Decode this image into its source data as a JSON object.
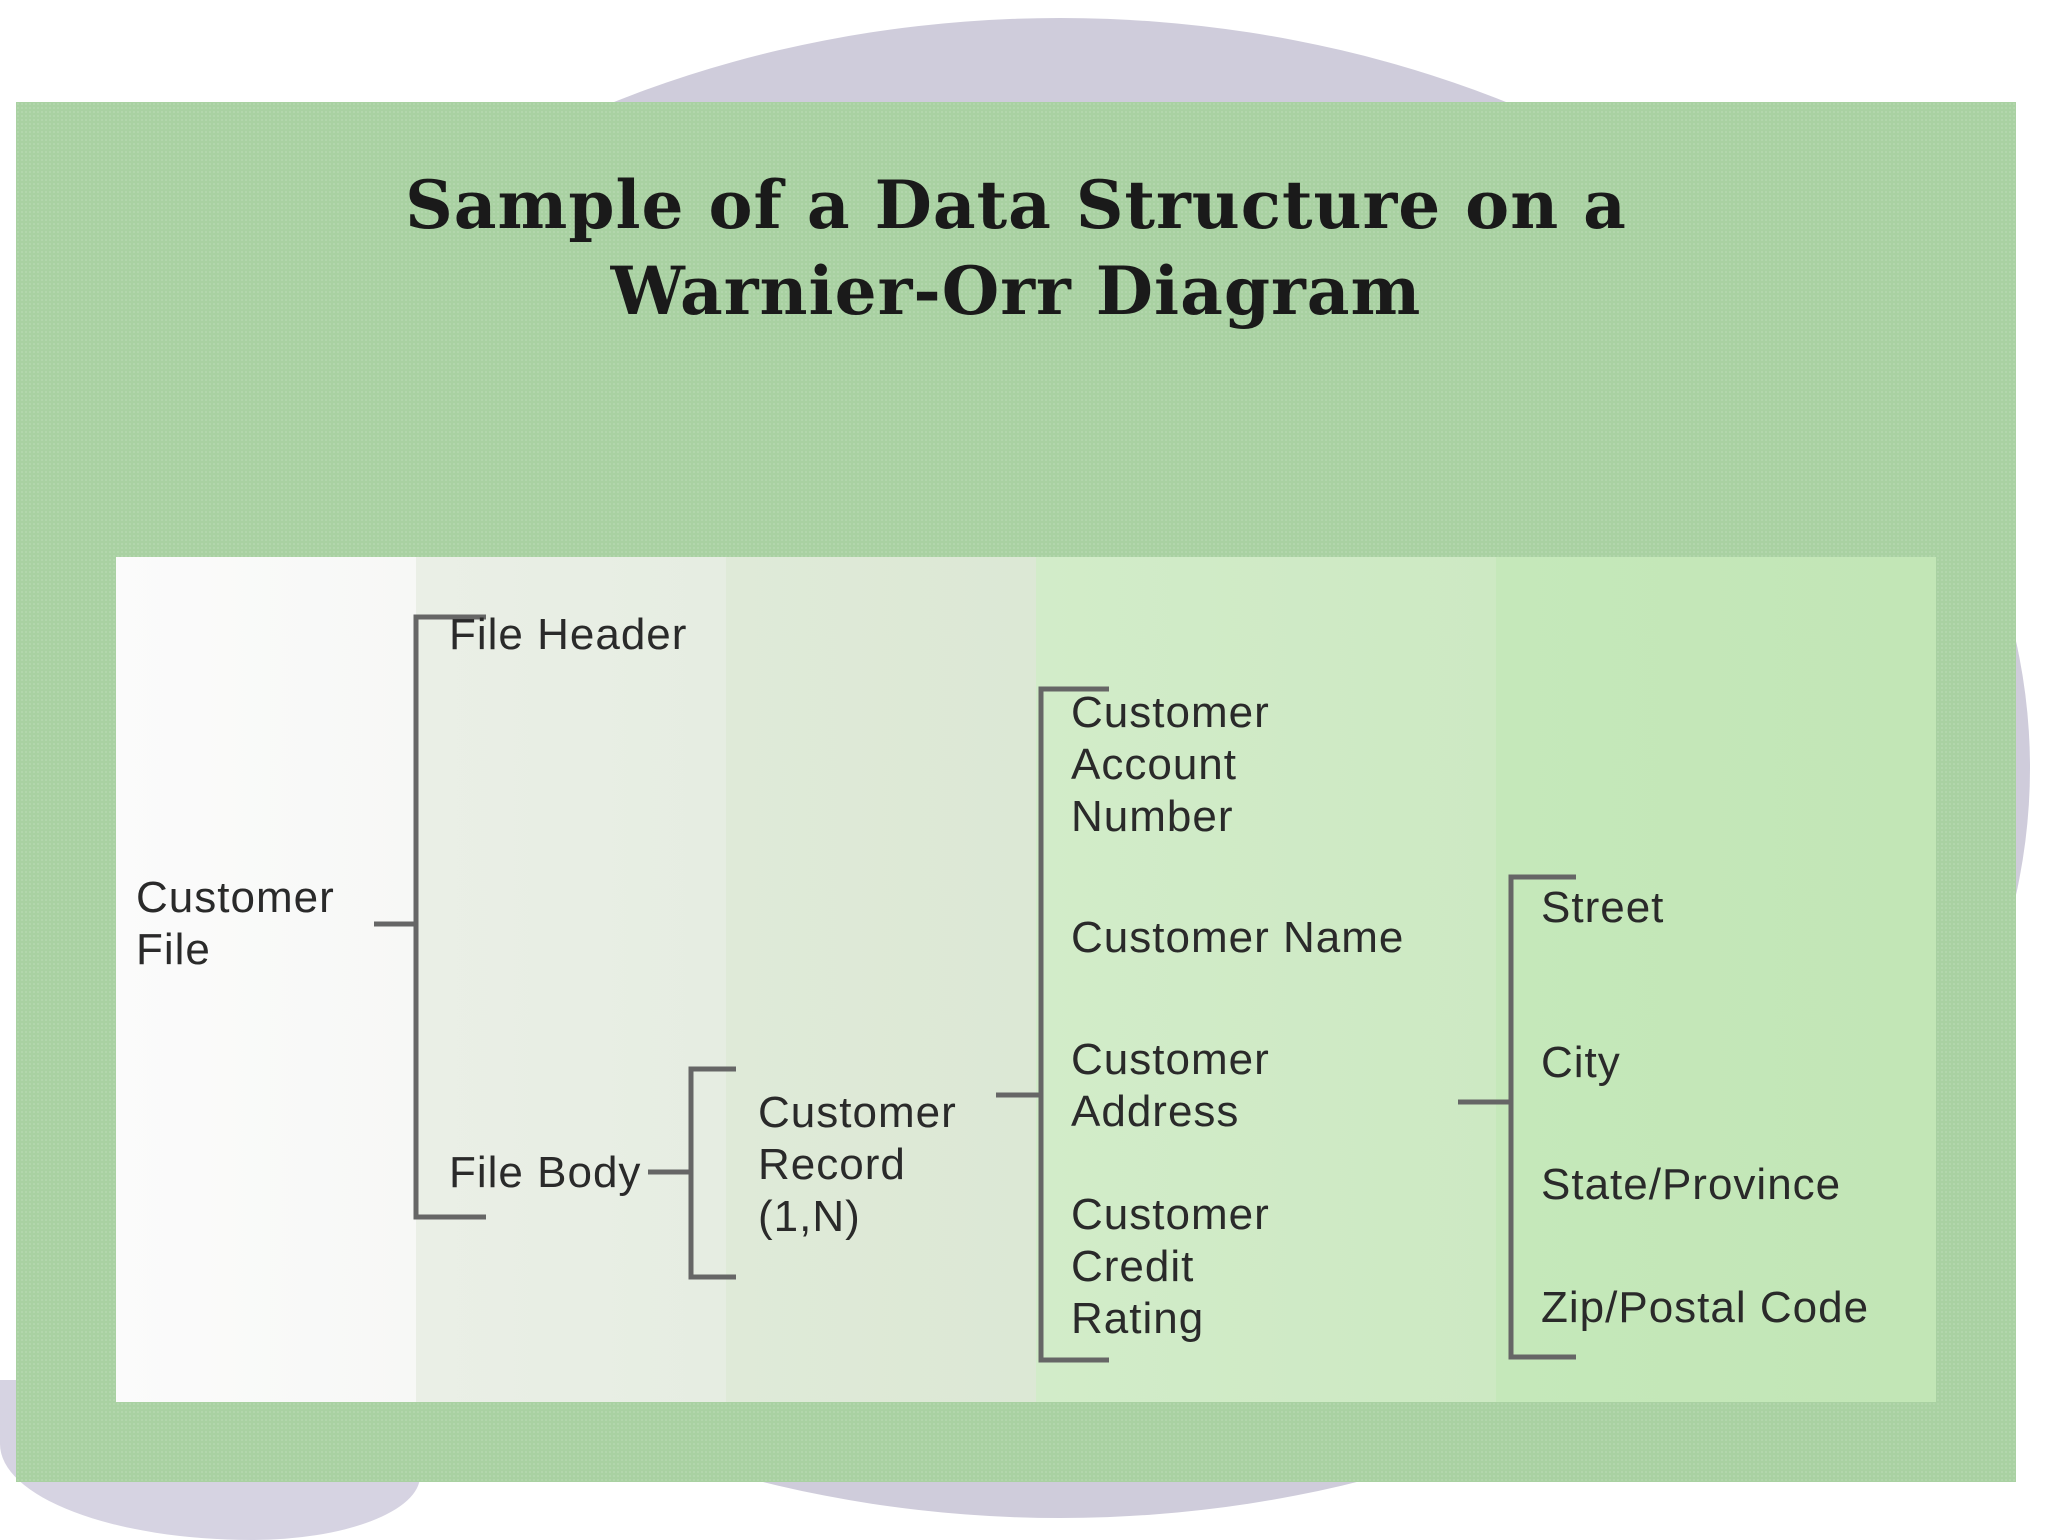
{
  "title": {
    "line1": "Sample of a Data Structure on a",
    "line2": "Warnier-Orr Diagram"
  },
  "nodes": {
    "customer_file": "Customer\nFile",
    "file_header": "File Header",
    "file_body": "File Body",
    "customer_record": "Customer\nRecord\n(1,N)",
    "customer_account_number": "Customer\nAccount\nNumber",
    "customer_name": "Customer Name",
    "customer_address": "Customer\nAddress",
    "customer_credit_rating": "Customer\nCredit\nRating",
    "street": "Street",
    "city": "City",
    "state_province": "State/Province",
    "zip_postal_code": "Zip/Postal Code"
  },
  "colors": {
    "card_green": "#a9d1a2",
    "bracket_line": "#666666",
    "background_blob": "#cfccdb"
  }
}
